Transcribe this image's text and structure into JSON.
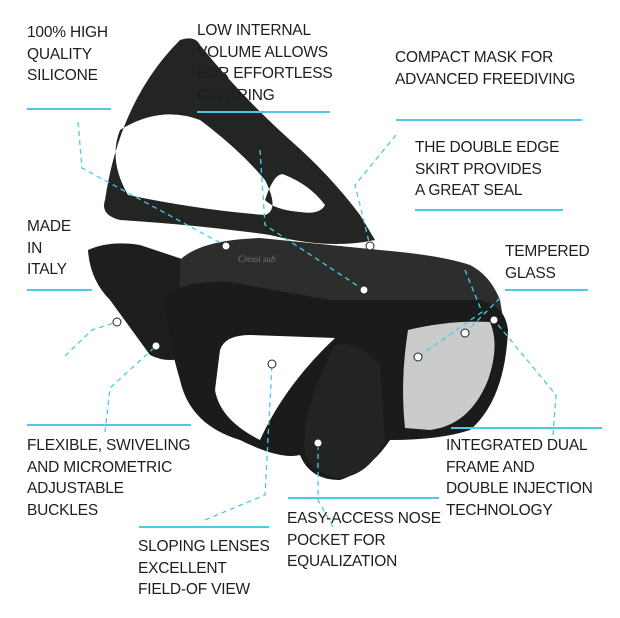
{
  "accent_color": "#4fc8e8",
  "product_brand_mark": "Cressi sub",
  "callouts": [
    {
      "id": "silicone",
      "lines": [
        "100% HIGH",
        "QUALITY",
        "SILICONE"
      ]
    },
    {
      "id": "volume",
      "lines": [
        "LOW INTERNAL",
        "VOLUME ALLOWS",
        "FOR EFFORTLESS",
        "CLEARING"
      ]
    },
    {
      "id": "compact",
      "lines": [
        "COMPACT MASK FOR",
        "ADVANCED FREEDIVING"
      ]
    },
    {
      "id": "skirt",
      "lines": [
        "THE DOUBLE EDGE",
        "SKIRT PROVIDES",
        "A GREAT SEAL"
      ]
    },
    {
      "id": "italy",
      "lines": [
        "MADE",
        "IN",
        "ITALY"
      ]
    },
    {
      "id": "glass",
      "lines": [
        "TEMPERED",
        "GLASS"
      ]
    },
    {
      "id": "buckles",
      "lines": [
        "FLEXIBLE, SWIVELING",
        "AND MICROMETRIC",
        "ADJUSTABLE",
        "BUCKLES"
      ]
    },
    {
      "id": "lenses",
      "lines": [
        "SLOPING LENSES",
        "EXCELLENT",
        "FIELD-OF VIEW"
      ]
    },
    {
      "id": "nose",
      "lines": [
        "EASY-ACCESS NOSE",
        "POCKET FOR",
        "EQUALIZATION"
      ]
    },
    {
      "id": "frame",
      "lines": [
        "INTEGRATED DUAL",
        "FRAME AND",
        "DOUBLE INJECTION",
        "TECHNOLOGY"
      ]
    }
  ]
}
